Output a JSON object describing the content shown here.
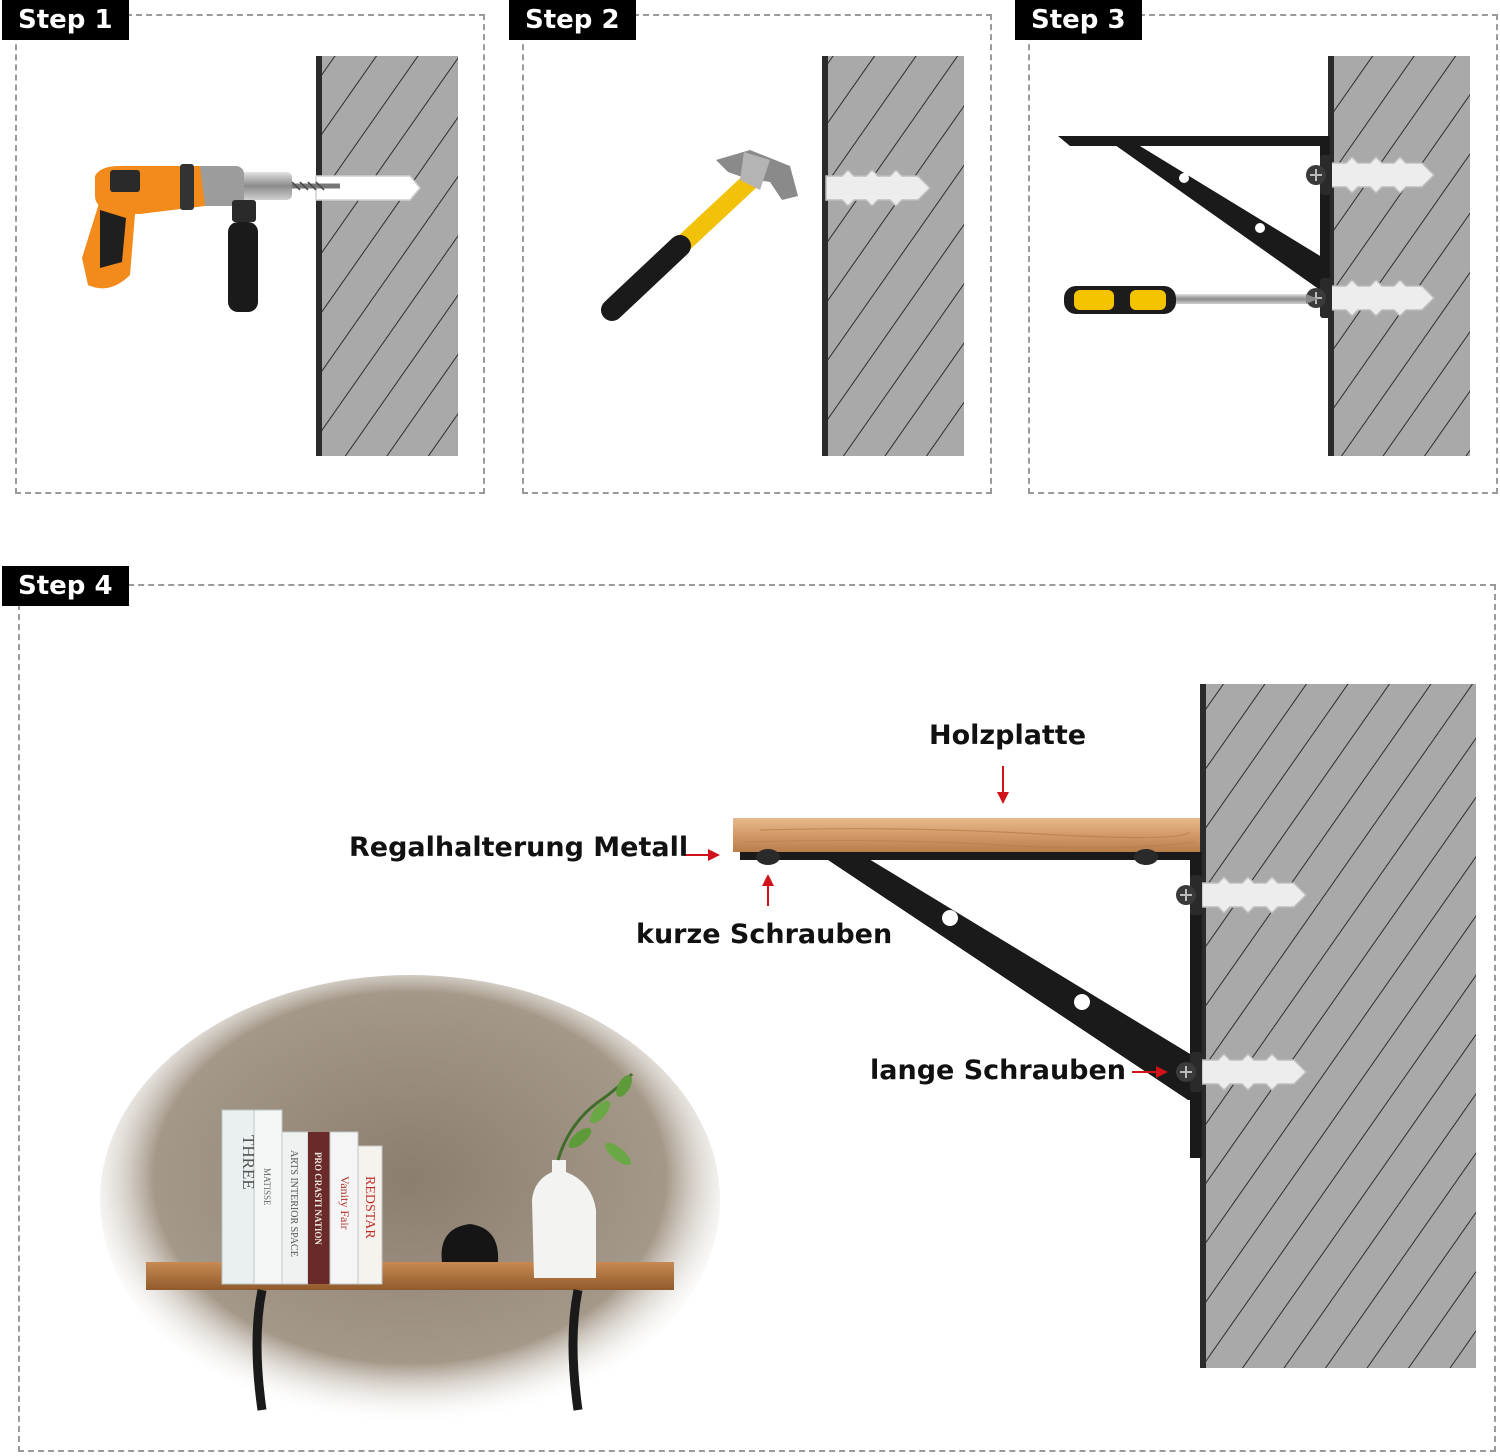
{
  "steps": [
    {
      "label": "Step 1"
    },
    {
      "label": "Step 2"
    },
    {
      "label": "Step 3"
    },
    {
      "label": "Step 4"
    }
  ],
  "callouts": {
    "board": "Holzplatte",
    "bracket": "Regalhalterung Metall",
    "short_screws": "kurze Schrauben",
    "long_screws": "lange Schrauben"
  },
  "books": [
    "THREE",
    "MATISSE",
    "ARTS INTERIOR SPACE",
    "PRO CRASTI NATION",
    "Vanity Fair",
    "REDSTAR"
  ],
  "colors": {
    "wall": "#a9a9a9",
    "wall_edge": "#2b2b2b",
    "board": "#d8a274",
    "bracket": "#1a1a1a",
    "arrow": "#d0121b",
    "drill": "#f28a1c",
    "hammer_handle": "#f2c20b",
    "screwdriver_yellow": "#f5c400"
  },
  "icons": [
    "drill-icon",
    "hammer-icon",
    "wall-anchor-icon",
    "screwdriver-icon",
    "shelf-bracket-icon"
  ]
}
